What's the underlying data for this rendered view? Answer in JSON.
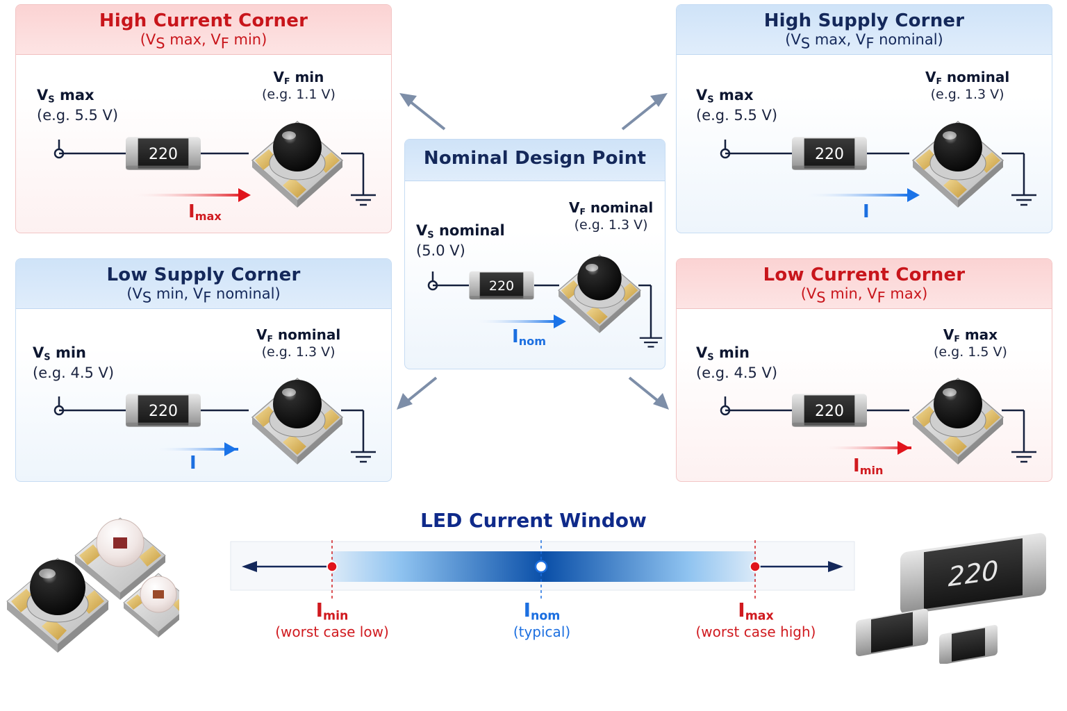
{
  "resistor_value": "220",
  "colors": {
    "red_accent": "#d01a1f",
    "blue_accent": "#1c6fe0",
    "navy_text": "#14285a",
    "window_title": "#0f2a8a"
  },
  "panels": {
    "high_current": {
      "title": "High Current Corner",
      "subtitle": "(VS max, VF min)",
      "vs_label": "max",
      "vs_value": "(e.g. 5.5 V)",
      "vf_label": "min",
      "vf_value": "(e.g. 1.1 V)",
      "current_sub": "max"
    },
    "high_supply": {
      "title": "High Supply Corner",
      "subtitle": "(VS max, VF nominal)",
      "vs_label": "max",
      "vs_value": "(e.g. 5.5 V)",
      "vf_label": "nominal",
      "vf_value": "(e.g. 1.3 V)",
      "current": "I"
    },
    "nominal": {
      "title": "Nominal Design Point",
      "vs_label": "nominal",
      "vs_value": "(5.0 V)",
      "vf_label": "nominal",
      "vf_value": "(e.g. 1.3 V)",
      "current_sub": "nom"
    },
    "low_supply": {
      "title": "Low Supply Corner",
      "subtitle": "(VS min, VF nominal)",
      "vs_label": "min",
      "vs_value": "(e.g. 4.5 V)",
      "vf_label": "nominal",
      "vf_value": "(e.g. 1.3 V)",
      "current": "I"
    },
    "low_current": {
      "title": "Low Current Corner",
      "subtitle": "(VS min, VF max)",
      "vs_label": "min",
      "vs_value": "(e.g. 4.5 V)",
      "vf_label": "max",
      "vf_value": "(e.g. 1.5 V)",
      "current_sub": "min"
    }
  },
  "current_window": {
    "title": "LED Current Window",
    "min": {
      "label_sub": "min",
      "desc": "(worst case low)"
    },
    "nom": {
      "label_sub": "nom",
      "desc": "(typical)"
    },
    "max": {
      "label_sub": "max",
      "desc": "(worst case high)"
    }
  }
}
